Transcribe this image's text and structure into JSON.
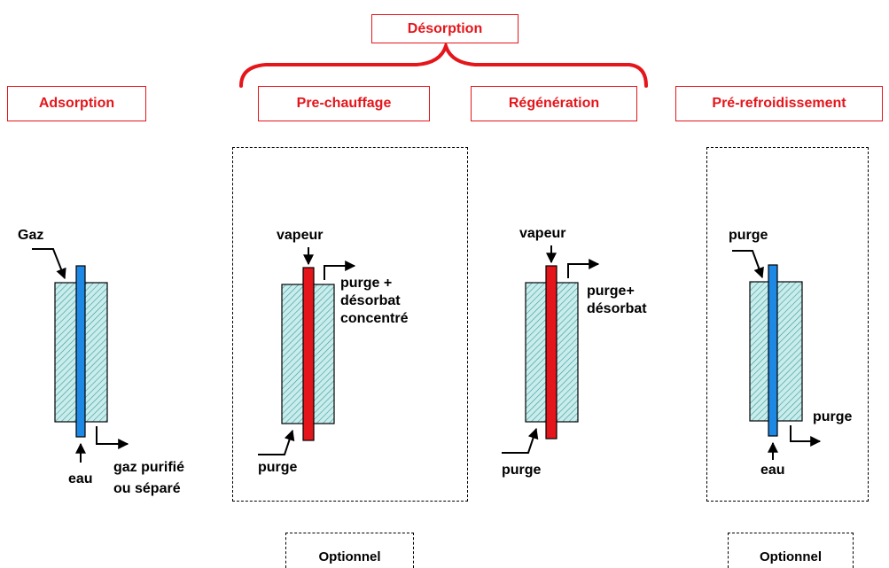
{
  "header": {
    "group_label": "Désorption"
  },
  "stages": {
    "adsorption": "Adsorption",
    "prechauffage": "Pre-chauffage",
    "regeneration": "Régénération",
    "prerefroidissement": "Pré-refroidissement"
  },
  "optional": {
    "left": "Optionnel",
    "right": "Optionnel"
  },
  "columns": {
    "adsorption": {
      "inlet_top": "Gaz",
      "inlet_bottom": "eau",
      "outlet_line1": "gaz purifié",
      "outlet_line2": "ou séparé"
    },
    "prechauffage": {
      "inlet_top": "vapeur",
      "inlet_bottom": "purge",
      "outlet_line1": "purge +",
      "outlet_line2": "désorbat",
      "outlet_line3": "concentré"
    },
    "regeneration": {
      "inlet_top": "vapeur",
      "inlet_bottom": "purge",
      "outlet_line1": "purge+",
      "outlet_line2": "désorbat"
    },
    "prerefroidissement": {
      "inlet_top": "purge",
      "inlet_bottom": "eau",
      "outlet": "purge"
    }
  },
  "colors": {
    "accent_red": "#e4161b",
    "cooling_tube": "#1e88e5",
    "heating_tube": "#e4161b",
    "bed_fill": "#c9ecec",
    "bed_hatch": "#3a9a9a"
  }
}
